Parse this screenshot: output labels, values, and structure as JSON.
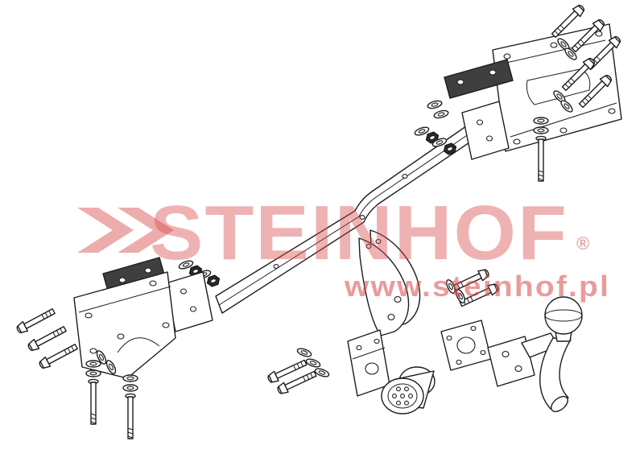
{
  "watermark": {
    "brand": "STEINHOF",
    "registered_mark": "®",
    "url": "www.steinhof.pl",
    "color": "#d94a4a"
  },
  "diagram": {
    "background": "#ffffff",
    "line_color": "#1d1d1d",
    "parts": [
      "right-mount-bracket",
      "right-reinforcement-plate",
      "left-mount-bracket",
      "left-reinforcement-plate",
      "crossbar-beam",
      "end-plate",
      "hex-bolt",
      "washer",
      "lock-nut",
      "threaded-stud",
      "ball-support-plate",
      "socket-mounting-bracket",
      "electrical-socket-plug",
      "socket-holder-bracket",
      "swan-neck-tow-ball",
      "ball-foot-plate"
    ]
  }
}
